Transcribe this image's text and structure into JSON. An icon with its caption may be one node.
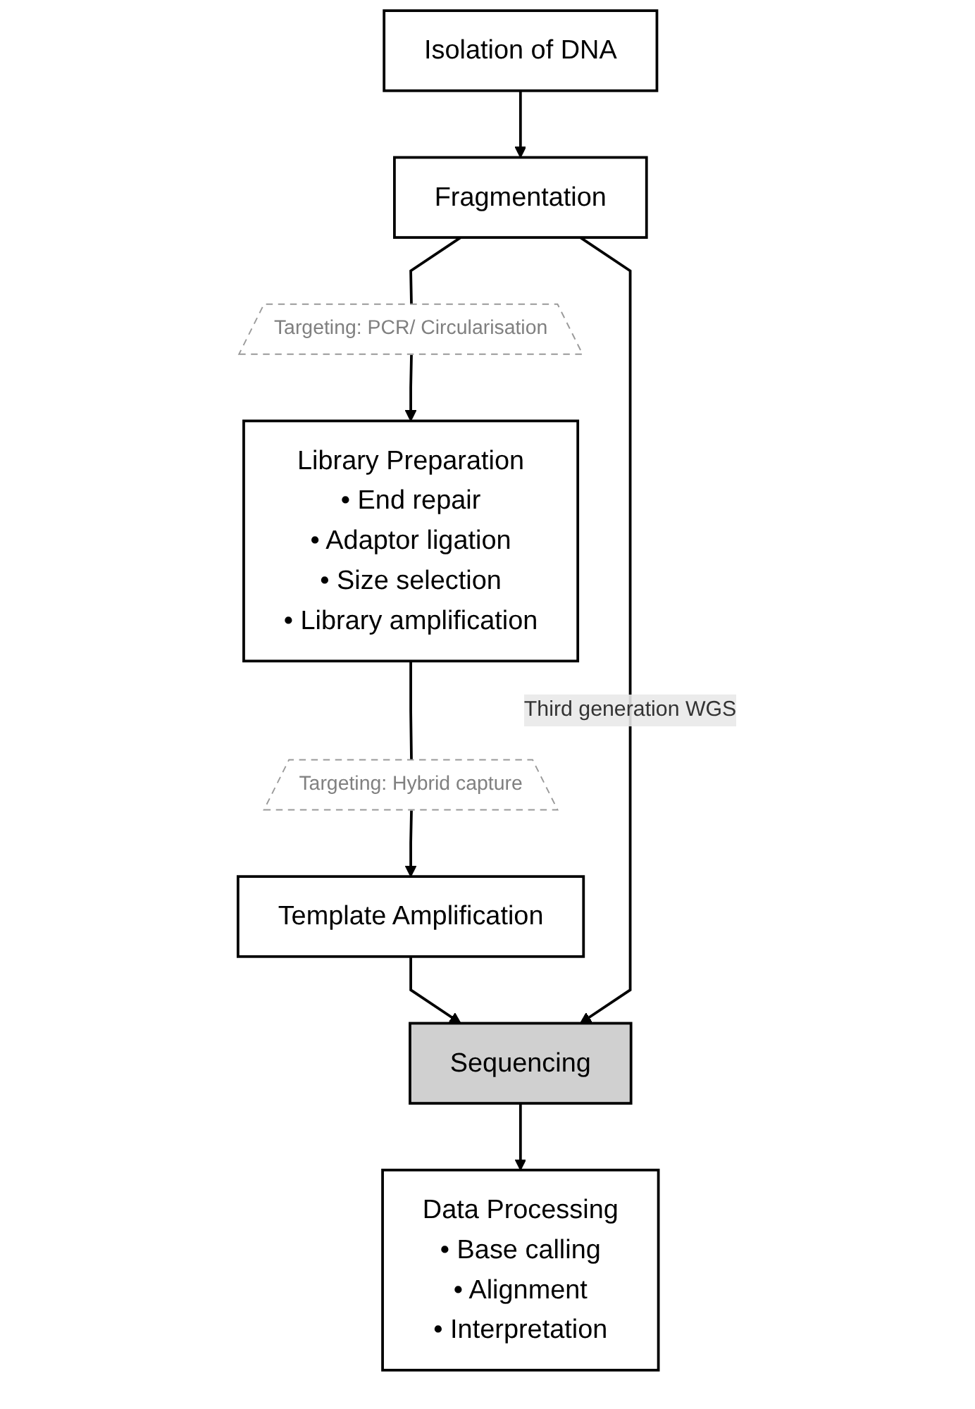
{
  "diagram": {
    "nodes": [
      {
        "text": [
          "Isolation of DNA"
        ]
      },
      {
        "text": [
          "Fragmentation"
        ]
      },
      {
        "text": [
          "Targeting: PCR/ Circularisation"
        ]
      },
      {
        "text": [
          "Library Preparation",
          "• End repair",
          "• Adaptor ligation",
          "• Size selection",
          "• Library amplification"
        ]
      },
      {
        "text": [
          "Targeting: Hybrid capture"
        ]
      },
      {
        "text": [
          "Template Amplification"
        ]
      },
      {
        "text": [
          "Sequencing"
        ]
      },
      {
        "text": [
          "Data Processing",
          "• Base calling",
          "• Alignment",
          "• Interpretation"
        ]
      }
    ],
    "edges": [
      {
        "from": 0,
        "to": 1,
        "arrow": "to"
      },
      {
        "from": 1,
        "to": 2,
        "arrow": "none"
      },
      {
        "from": 2,
        "to": 3,
        "arrow": "to"
      },
      {
        "from": 3,
        "to": 4,
        "arrow": "none"
      },
      {
        "from": 4,
        "to": 5,
        "arrow": "to"
      },
      {
        "from": 5,
        "to": 6,
        "arrow": "to"
      },
      {
        "from": 1,
        "to": 6,
        "arrow": "to",
        "label": "Third generation WGS"
      },
      {
        "from": 6,
        "to": 7,
        "arrow": "to"
      }
    ]
  }
}
